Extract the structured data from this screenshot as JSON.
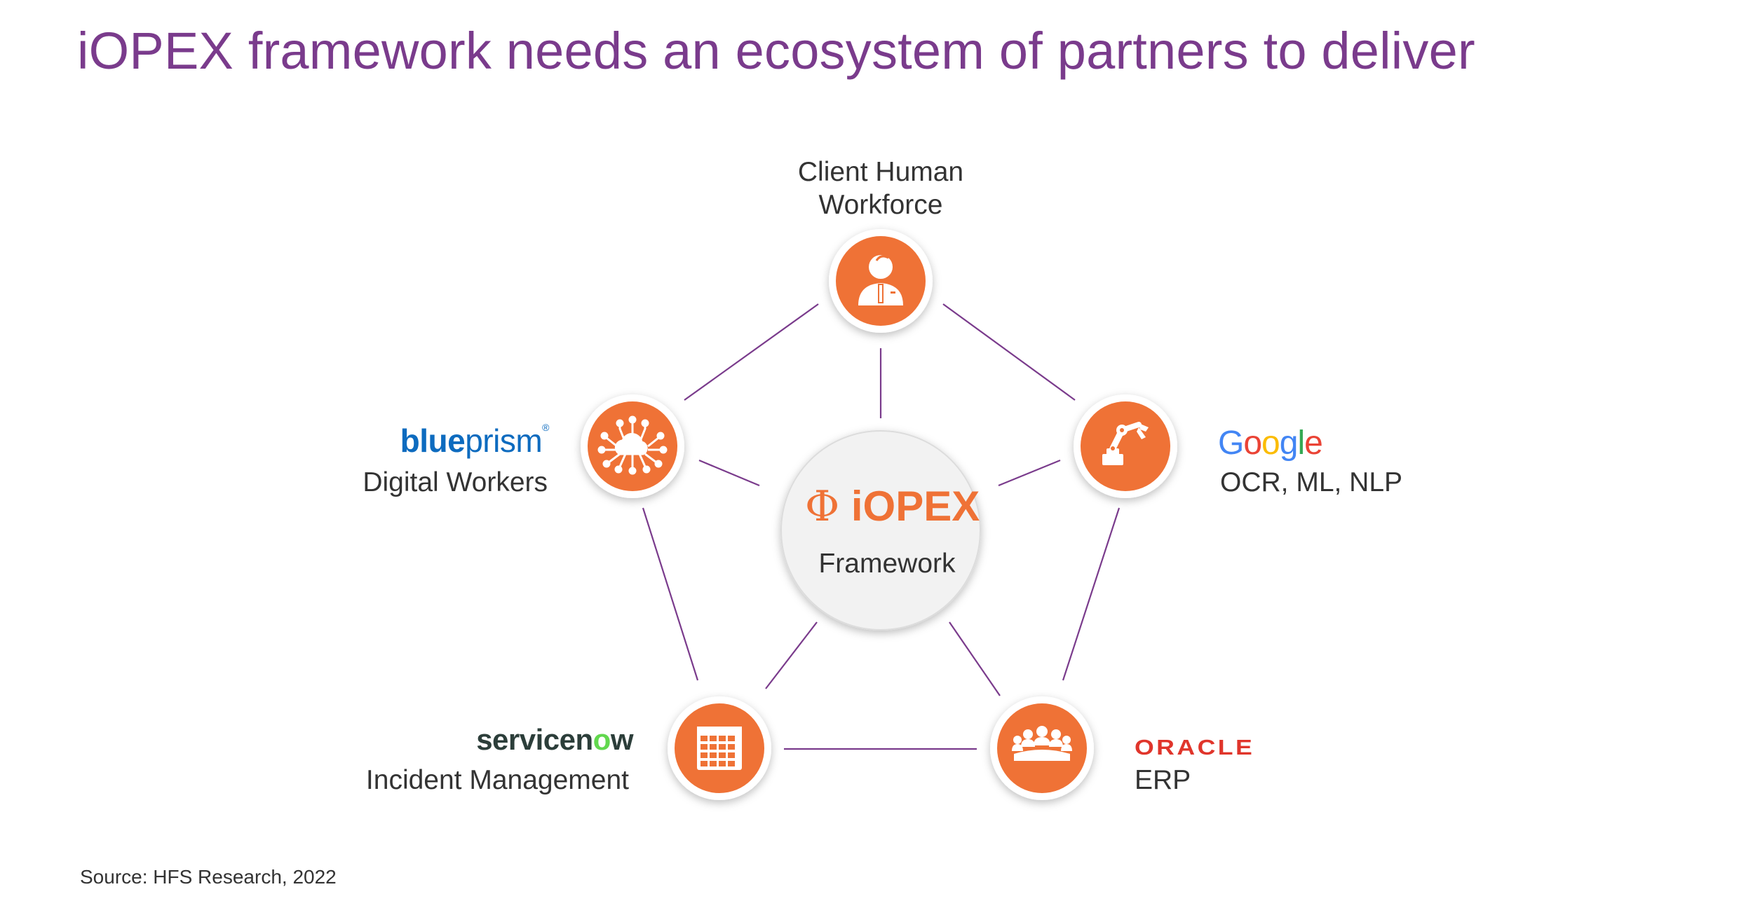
{
  "title": "iOPEX framework needs an ecosystem of partners to deliver",
  "center": {
    "logo_text": "iOPEX",
    "logo_symbol": "Φ",
    "label": "Framework"
  },
  "nodes": [
    {
      "id": "client",
      "label_line1": "Client Human",
      "label_line2": "Workforce",
      "icon": "person-icon"
    },
    {
      "id": "google",
      "partner": "Google",
      "label": "OCR, ML, NLP",
      "icon": "robot-arm-icon"
    },
    {
      "id": "oracle",
      "partner": "ORACLE",
      "label": "ERP",
      "icon": "team-meeting-icon"
    },
    {
      "id": "servicenow",
      "partner": "servicenow",
      "label": "Incident Management",
      "icon": "calendar-icon"
    },
    {
      "id": "blueprism",
      "partner": "blueprism",
      "label": "Digital Workers",
      "icon": "cloud-network-icon"
    }
  ],
  "logos": {
    "blueprism_a": "blue",
    "blueprism_b": "prism",
    "servicenow_a": "servicen",
    "servicenow_b": "o",
    "servicenow_c": "w"
  },
  "source": "Source: HFS Research,  2022",
  "colors": {
    "title": "#7a3b8c",
    "node_fill": "#ef7236",
    "connector": "#7a3b8c",
    "center_fill": "#f2f2f2",
    "google_blue": "#4285F4",
    "google_red": "#EA4335",
    "google_yellow": "#FBBC05",
    "google_green": "#34A853",
    "oracle_red": "#e0352b",
    "blueprism_blue": "#0d6bbf"
  }
}
